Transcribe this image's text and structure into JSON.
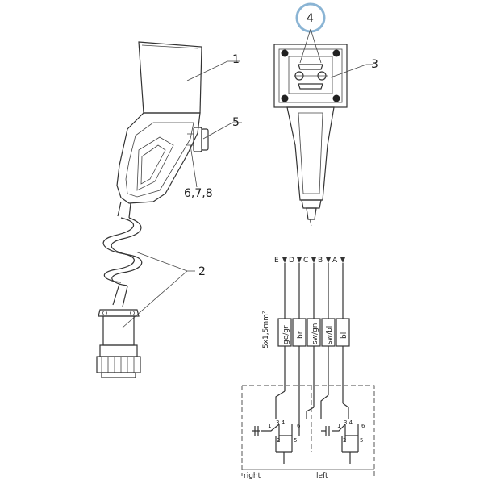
{
  "callouts": {
    "c1": "1",
    "c2": "2",
    "c3": "3",
    "c4": "4",
    "c5": "5",
    "c678": "6,7,8"
  },
  "wiring": {
    "terminals": [
      "E",
      "D",
      "C",
      "B",
      "A"
    ],
    "cable_spec": "5x1,5mm²",
    "wire_colors": [
      "ge/gr",
      "br",
      "sw/gn",
      "sw/bl",
      "bl"
    ],
    "contact_numbers_left": {
      "n34": "3 4",
      "n1": "1",
      "n2": "2",
      "n5": "5",
      "n6": "6"
    },
    "contact_numbers_right": {
      "n34": "3 4",
      "n1": "1",
      "n2": "2",
      "n5": "5",
      "n6": "6"
    },
    "right_label": "right",
    "left_label": "left"
  },
  "colors": {
    "highlight_circle": "#8ab4d4",
    "line": "#333333"
  }
}
